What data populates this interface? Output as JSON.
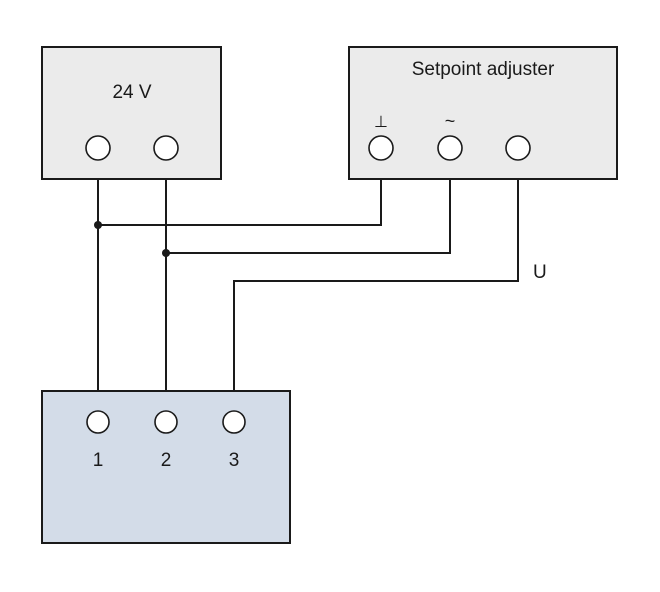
{
  "power_supply": {
    "label": "24 V"
  },
  "setpoint_adjuster": {
    "title": "Setpoint adjuster",
    "terminal_symbols": [
      "⊥",
      "~",
      ""
    ]
  },
  "wiring": {
    "signal_label": "U"
  },
  "controller": {
    "terminal_numbers": [
      "1",
      "2",
      "3"
    ]
  },
  "colors": {
    "device_fill": "#ebebeb",
    "controller_fill": "#d3dce8",
    "line": "#1a1a1a"
  }
}
